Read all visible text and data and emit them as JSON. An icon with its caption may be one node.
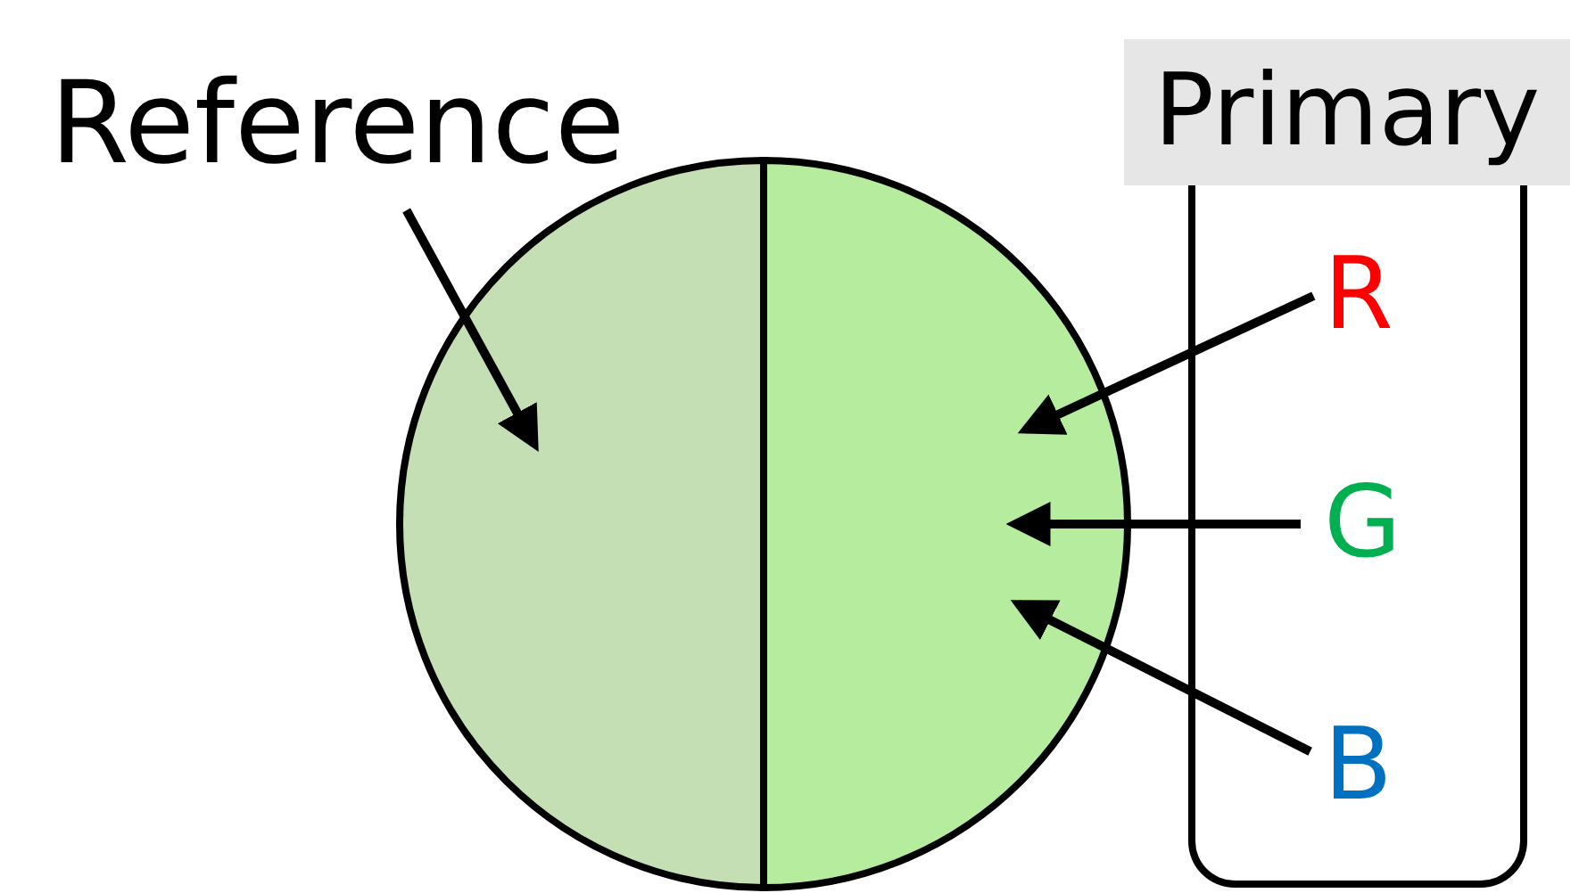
{
  "diagram": {
    "nodes": [
      {
        "text": [
          "Reference"
        ]
      },
      {
        "text": [],
        "shape": "semicircle"
      },
      {
        "text": [],
        "shape": "semicircle"
      },
      {
        "text": [
          "Primary"
        ]
      },
      {
        "text": [
          "R"
        ],
        "in": 3
      },
      {
        "text": [
          "G"
        ],
        "in": 3
      },
      {
        "text": [
          "B"
        ],
        "in": 3
      }
    ],
    "edges": [
      {
        "from": 0,
        "to": 1,
        "arrow": "to"
      },
      {
        "from": 4,
        "to": 2,
        "arrow": "to"
      },
      {
        "from": 5,
        "to": 2,
        "arrow": "to"
      },
      {
        "from": 6,
        "to": 2,
        "arrow": "to"
      }
    ]
  }
}
